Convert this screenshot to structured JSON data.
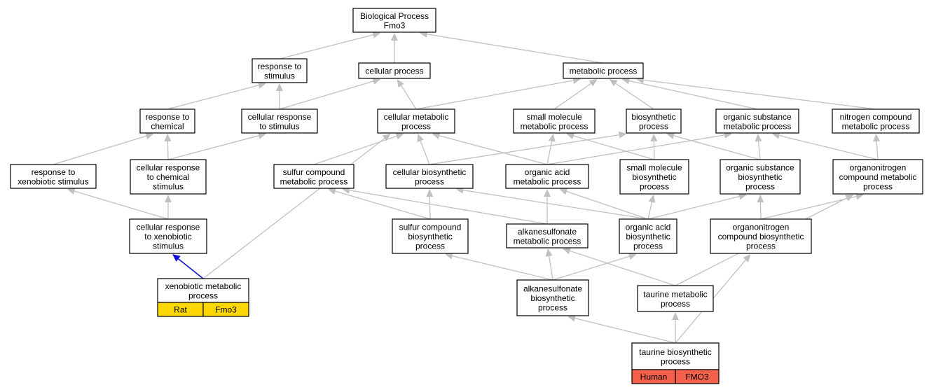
{
  "nodes": {
    "bp": [
      "Biological Process",
      "Fmo3"
    ],
    "resp_stim": [
      "response to",
      "stimulus"
    ],
    "cell_proc": [
      "cellular process"
    ],
    "met_proc": [
      "metabolic process"
    ],
    "resp_chem": [
      "response to",
      "chemical"
    ],
    "cell_resp_stim": [
      "cellular response",
      "to stimulus"
    ],
    "cell_met": [
      "cellular metabolic",
      "process"
    ],
    "small_mol_met": [
      "small molecule",
      "metabolic process"
    ],
    "biosyn": [
      "biosynthetic",
      "process"
    ],
    "org_sub_met": [
      "organic substance",
      "metabolic process"
    ],
    "nitro_met": [
      "nitrogen compound",
      "metabolic process"
    ],
    "resp_xeno": [
      "response to",
      "xenobiotic stimulus"
    ],
    "cell_resp_chem": [
      "cellular response",
      "to chemical",
      "stimulus"
    ],
    "sulfur_met": [
      "sulfur compound",
      "metabolic process"
    ],
    "cell_biosyn": [
      "cellular biosynthetic",
      "process"
    ],
    "org_acid_met": [
      "organic acid",
      "metabolic process"
    ],
    "small_mol_biosyn": [
      "small molecule",
      "biosynthetic",
      "process"
    ],
    "org_sub_biosyn": [
      "organic substance",
      "biosynthetic",
      "process"
    ],
    "organonitro_met": [
      "organonitrogen",
      "compound metabolic",
      "process"
    ],
    "cell_resp_xeno": [
      "cellular response",
      "to xenobiotic",
      "stimulus"
    ],
    "sulfur_biosyn": [
      "sulfur compound",
      "biosynthetic",
      "process"
    ],
    "alkane_met": [
      "alkanesulfonate",
      "metabolic process"
    ],
    "org_acid_biosyn": [
      "organic acid",
      "biosynthetic",
      "process"
    ],
    "organonitro_biosyn": [
      "organonitrogen",
      "compound biosynthetic",
      "process"
    ],
    "xeno_met": [
      "xenobiotic metabolic",
      "process"
    ],
    "alkane_biosyn": [
      "alkanesulfonate",
      "biosynthetic",
      "process"
    ],
    "taurine_met": [
      "taurine metabolic",
      "process"
    ],
    "taurine_biosyn": [
      "taurine biosynthetic",
      "process"
    ]
  },
  "annotations": {
    "xeno_met": {
      "labels": [
        "Rat",
        "Fmo3"
      ],
      "color": "#ffd700"
    },
    "taurine_biosyn": {
      "labels": [
        "Human",
        "FMO3"
      ],
      "color": "#f4604a"
    }
  },
  "colors": {
    "edge": "#c0c0c0",
    "highlight_edge": "#1010d0"
  },
  "edges": [
    [
      "resp_stim",
      "bp"
    ],
    [
      "cell_proc",
      "bp"
    ],
    [
      "met_proc",
      "bp"
    ],
    [
      "resp_chem",
      "resp_stim"
    ],
    [
      "cell_resp_stim",
      "resp_stim"
    ],
    [
      "cell_resp_stim",
      "cell_proc"
    ],
    [
      "cell_met",
      "cell_proc"
    ],
    [
      "cell_met",
      "met_proc"
    ],
    [
      "small_mol_met",
      "met_proc"
    ],
    [
      "biosyn",
      "met_proc"
    ],
    [
      "org_sub_met",
      "met_proc"
    ],
    [
      "nitro_met",
      "met_proc"
    ],
    [
      "resp_xeno",
      "resp_chem"
    ],
    [
      "cell_resp_chem",
      "resp_chem"
    ],
    [
      "cell_resp_chem",
      "cell_resp_stim"
    ],
    [
      "sulfur_met",
      "cell_met"
    ],
    [
      "cell_biosyn",
      "cell_met"
    ],
    [
      "org_acid_met",
      "cell_met"
    ],
    [
      "cell_biosyn",
      "biosyn"
    ],
    [
      "org_acid_met",
      "small_mol_met"
    ],
    [
      "org_acid_met",
      "org_sub_met"
    ],
    [
      "small_mol_biosyn",
      "small_mol_met"
    ],
    [
      "small_mol_biosyn",
      "biosyn"
    ],
    [
      "org_sub_biosyn",
      "biosyn"
    ],
    [
      "org_sub_biosyn",
      "org_sub_met"
    ],
    [
      "organonitro_met",
      "org_sub_met"
    ],
    [
      "organonitro_met",
      "nitro_met"
    ],
    [
      "cell_resp_xeno",
      "resp_xeno"
    ],
    [
      "cell_resp_xeno",
      "cell_resp_chem"
    ],
    [
      "sulfur_biosyn",
      "sulfur_met"
    ],
    [
      "sulfur_biosyn",
      "cell_biosyn"
    ],
    [
      "alkane_met",
      "sulfur_met"
    ],
    [
      "alkane_met",
      "org_acid_met"
    ],
    [
      "org_acid_biosyn",
      "cell_biosyn"
    ],
    [
      "org_acid_biosyn",
      "org_acid_met"
    ],
    [
      "org_acid_biosyn",
      "small_mol_biosyn"
    ],
    [
      "org_acid_biosyn",
      "org_sub_biosyn"
    ],
    [
      "organonitro_biosyn",
      "org_sub_biosyn"
    ],
    [
      "organonitro_biosyn",
      "organonitro_met"
    ],
    [
      "xeno_met",
      "cell_met"
    ],
    [
      "alkane_biosyn",
      "sulfur_biosyn"
    ],
    [
      "alkane_biosyn",
      "alkane_met"
    ],
    [
      "alkane_biosyn",
      "org_acid_biosyn"
    ],
    [
      "taurine_met",
      "alkane_met"
    ],
    [
      "taurine_met",
      "organonitro_met"
    ],
    [
      "taurine_biosyn",
      "alkane_biosyn"
    ],
    [
      "taurine_biosyn",
      "taurine_met"
    ],
    [
      "taurine_biosyn",
      "organonitro_biosyn"
    ]
  ],
  "highlight_edges": [
    [
      "xeno_met",
      "cell_resp_xeno"
    ]
  ]
}
